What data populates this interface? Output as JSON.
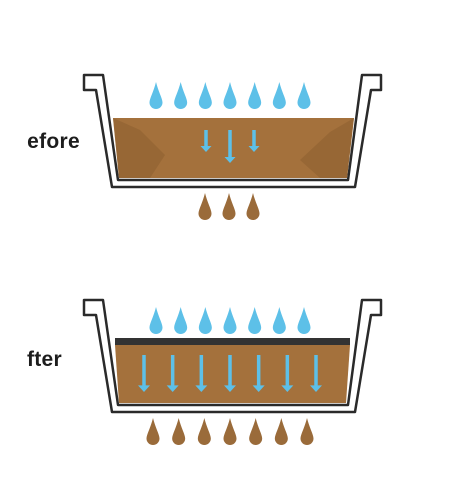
{
  "panels": [
    {
      "label": "efore",
      "rain_drops": 7,
      "soil_arrows": 3,
      "drain_drops": 3,
      "top_layer": false
    },
    {
      "label": "fter",
      "rain_drops": 7,
      "soil_arrows": 7,
      "drain_drops": 7,
      "top_layer": true
    }
  ],
  "colors": {
    "water": "#5dc0e8",
    "soil": "#a4713c",
    "soil_dark": "#8d5e30",
    "drip": "#9a6b3a",
    "outline": "#2a2a2a",
    "top_layer": "#333333"
  }
}
